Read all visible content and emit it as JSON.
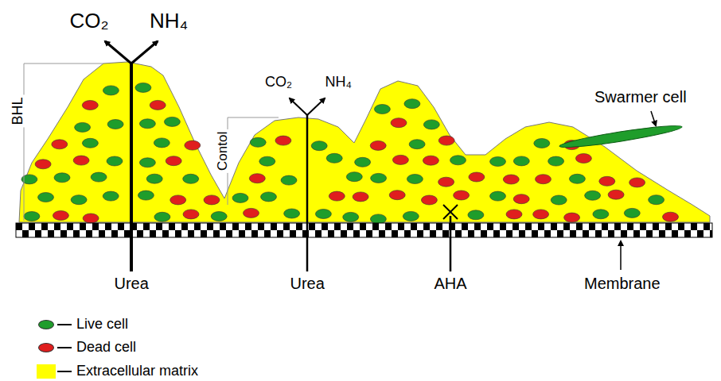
{
  "diagram": {
    "labels": [
      "CO₂",
      "NH₄",
      "BHL",
      "CO₂",
      "NH₄",
      "Contol",
      "Swarmer cell",
      "Urea",
      "Urea",
      "AHA",
      "Membrane"
    ],
    "legend": [
      {
        "text": "Live cell",
        "color": "#1f9d2b"
      },
      {
        "text": "Dead cell",
        "color": "#e01e1e"
      },
      {
        "text": "Extracellular matrix",
        "color": "#ffff00"
      }
    ]
  }
}
